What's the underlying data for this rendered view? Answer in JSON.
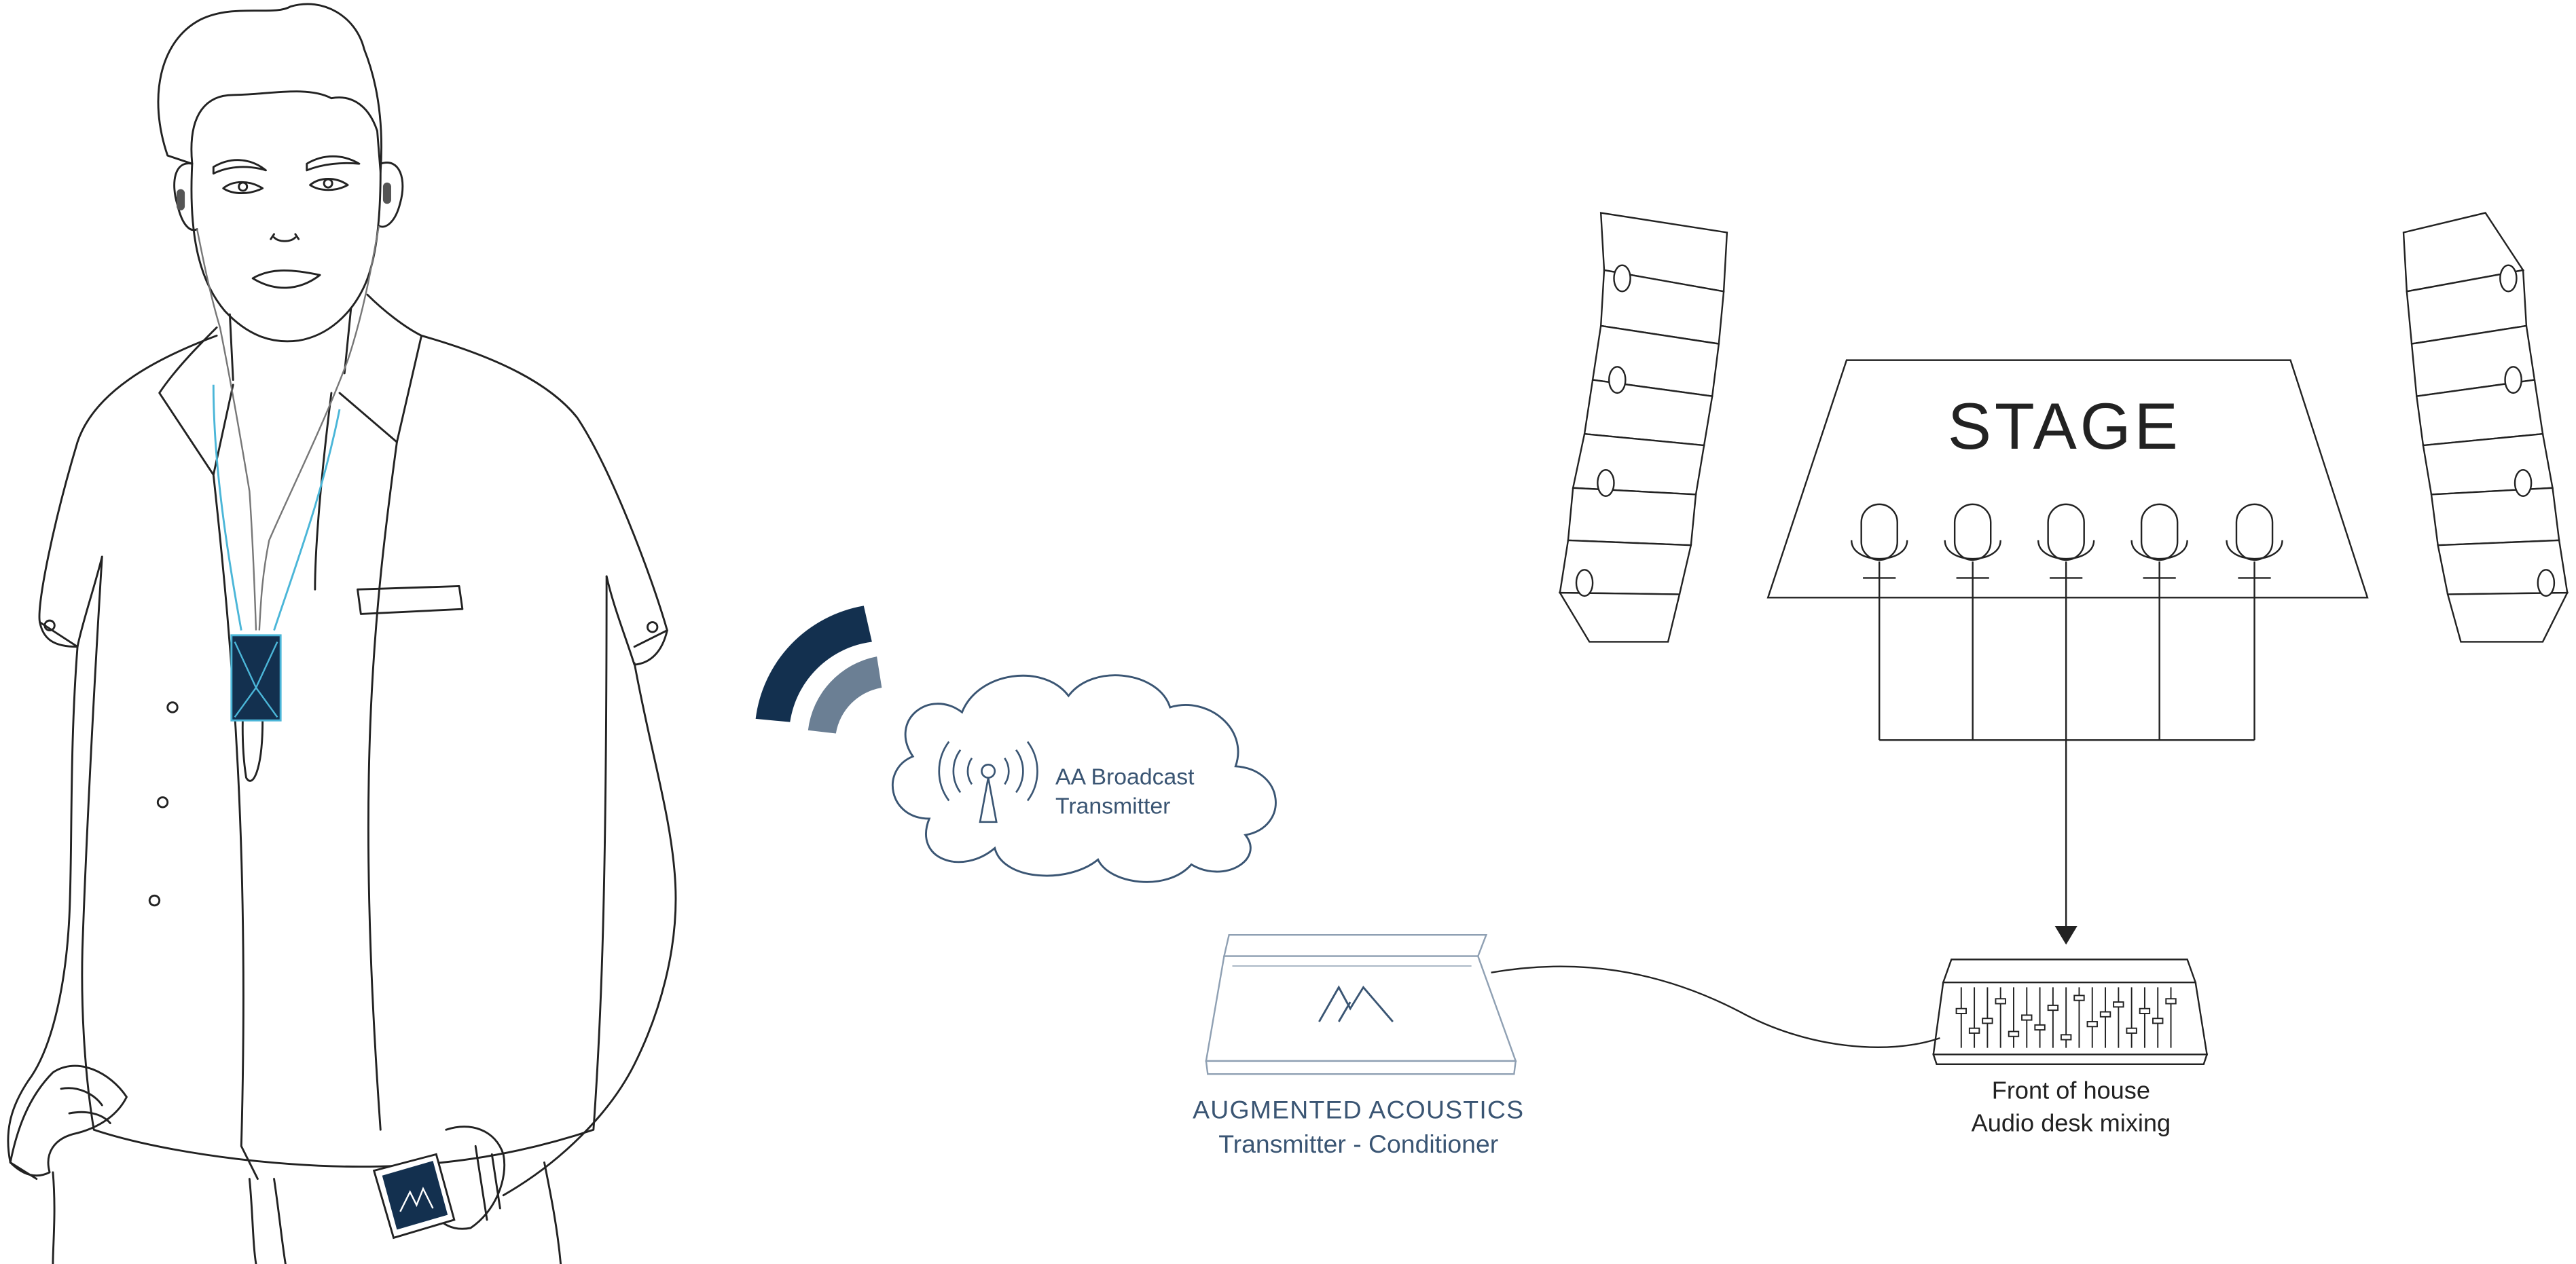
{
  "stage": {
    "label": "STAGE"
  },
  "broadcast": {
    "line1": "AA Broadcast",
    "line2": "Transmitter"
  },
  "transmitter": {
    "line1": "AUGMENTED ACOUSTICS",
    "line2": "Transmitter - Conditioner"
  },
  "foh": {
    "line1": "Front of house",
    "line2": "Audio desk mixing"
  },
  "colors": {
    "navy": "#13304f",
    "slate": "#6b7f94",
    "line": "#222222",
    "cyan": "#4bb6d8",
    "cloud": "#3a5573"
  }
}
